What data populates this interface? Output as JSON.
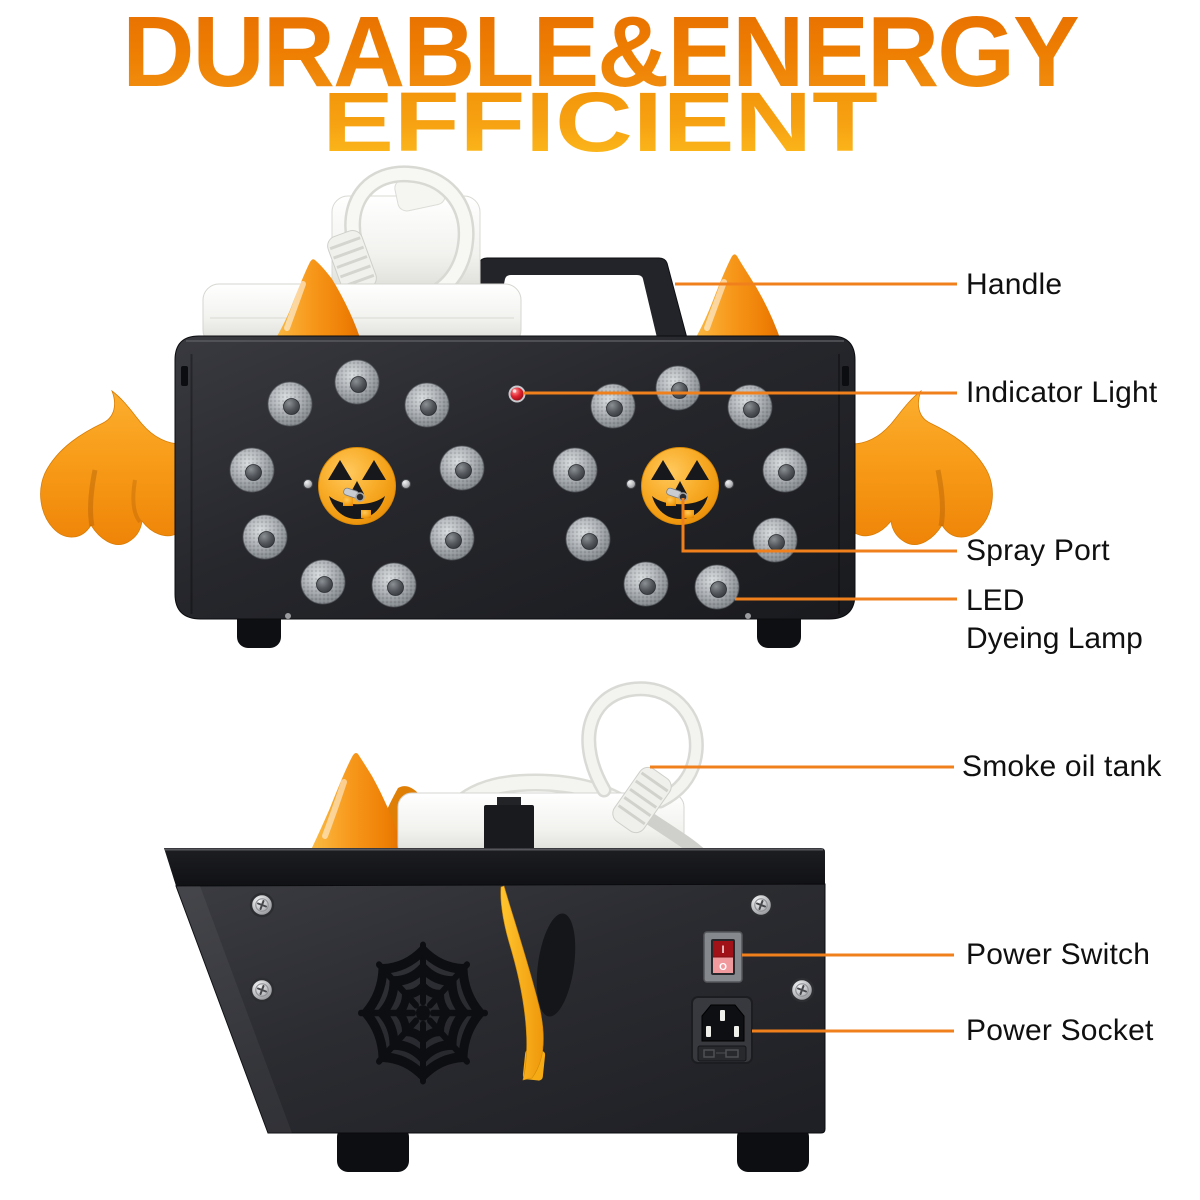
{
  "title": {
    "line1": "DURABLE&ENERGY",
    "line2": "EFFICIENT"
  },
  "front_view": {
    "callouts": {
      "handle": "Handle",
      "indicator_light": "Indicator Light",
      "spray_port": "Spray Port",
      "led_line1": "LED",
      "led_line2": "Dyeing Lamp"
    }
  },
  "side_view": {
    "callouts": {
      "smoke_oil_tank": "Smoke oil tank",
      "power_switch": "Power Switch",
      "power_socket": "Power Socket"
    },
    "switch_marks": {
      "on": "I",
      "off": "O"
    }
  },
  "colors": {
    "callout_line": "#F0801C",
    "label_text": "#101010",
    "title_gradient_top": "#E86E00",
    "title_gradient_bottom": "#FDBD1E",
    "machine_body": "#26272C",
    "halloween_orange": "#F6A31C",
    "pumpkin_orange": "#F9AE2B",
    "indicator_red": "#D21320"
  }
}
